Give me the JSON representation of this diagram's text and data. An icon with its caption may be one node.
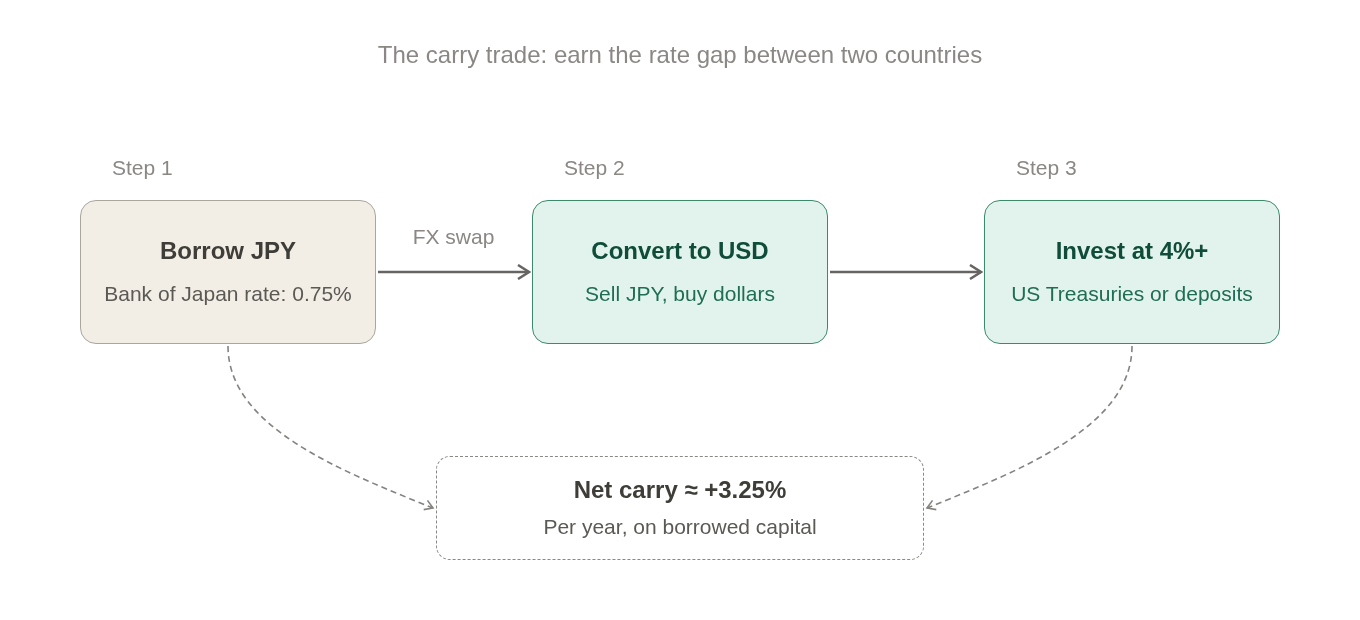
{
  "diagram": {
    "title": "The carry trade: earn the rate gap between two countries",
    "nodes": [
      {
        "text": [
          "Borrow JPY",
          "Bank of Japan rate: 0.75%"
        ],
        "beside": [
          "Step 1"
        ]
      },
      {
        "text": [
          "Convert to USD",
          "Sell JPY, buy dollars"
        ],
        "beside": [
          "Step 2"
        ]
      },
      {
        "text": [
          "Invest at 4%+",
          "US Treasuries or deposits"
        ],
        "beside": [
          "Step 3"
        ]
      },
      {
        "text": [
          "Net carry ≈ +3.25%",
          "Per year, on borrowed capital"
        ]
      }
    ],
    "edges": [
      {
        "from": 0,
        "to": 1,
        "arrow": "to",
        "label": "FX swap"
      },
      {
        "from": 1,
        "to": 2,
        "arrow": "to"
      },
      {
        "from": 0,
        "to": 3,
        "arrow": "to",
        "style": "dashed"
      },
      {
        "from": 2,
        "to": 3,
        "arrow": "to",
        "style": "dashed"
      }
    ]
  }
}
